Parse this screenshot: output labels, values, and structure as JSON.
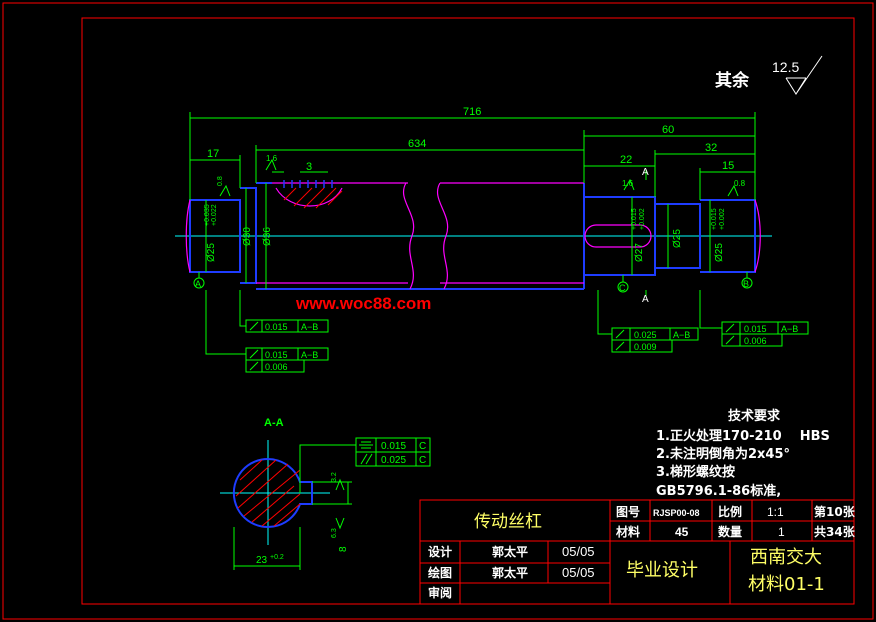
{
  "roughness": {
    "label": "其余",
    "value": "12.5"
  },
  "dims": {
    "overall_length": "716",
    "thread_length": "634",
    "right_length": "60",
    "right_end_length": "32",
    "left_end_length": "17",
    "key_length": "22",
    "right_step_length": "15",
    "thread_pitch": "3",
    "left_dia": "Ø25",
    "left_tol_upper": "+0.035",
    "left_tol_lower": "+0.022",
    "shoulder_dia": "Ø30",
    "root_dia": "Ø36",
    "key_dia": "Ø27",
    "key_tol_upper": "+0.015",
    "key_tol_lower": "+0.002",
    "right_dia": "Ø25",
    "right_end_dia": "Ø25",
    "right_tol_upper": "+0.015",
    "right_tol_lower": "+0.002",
    "rough_left": "0.8",
    "rough_thread": "1.6",
    "rough_key": "1.6",
    "rough_right": "0.8"
  },
  "datums": {
    "a": "A",
    "b": "B",
    "c": "C",
    "section": "A"
  },
  "watermark": "www.woc88.com",
  "tolerances": {
    "left_upper": {
      "tol": "0.015",
      "datum": "A−B"
    },
    "left_lower_1": {
      "tol": "0.015",
      "datum": "A−B"
    },
    "left_lower_2": {
      "tol": "0.006"
    },
    "mid_1": {
      "tol": "0.025",
      "datum": "A−B"
    },
    "mid_2": {
      "tol": "0.009"
    },
    "right_1": {
      "tol": "0.015",
      "datum": "A−B"
    },
    "right_2": {
      "tol": "0.006"
    }
  },
  "section": {
    "title": "A-A",
    "sym_tol": "0.015",
    "sym_datum": "C",
    "par_tol": "0.025",
    "par_datum": "C",
    "width_dim": "23",
    "width_tol": "+0.2",
    "depth_dim": "8",
    "rough_side": "3.2",
    "rough_bottom": "6.3"
  },
  "tech_req": {
    "title": "技术要求",
    "line1": "1.正火处理170-210    HBS",
    "line2": "2.未注明倒角为2x45°",
    "line3": "3.梯形螺纹按",
    "line4": "GB5796.1-86标准,"
  },
  "title_block": {
    "part_name": "传动丝杠",
    "drawing_no_label": "图号",
    "drawing_no": "RJSP00-08",
    "scale_label": "比例",
    "scale": "1:1",
    "sheet": "第10张",
    "material_label": "材料",
    "material": "45",
    "qty_label": "数量",
    "qty": "1",
    "total": "共34张",
    "design_label": "设计",
    "designer": "郭太平",
    "design_date": "05/05",
    "draw_label": "绘图",
    "drawer": "郭太平",
    "draw_date": "05/05",
    "review_label": "审阅",
    "project": "毕业设计",
    "school": "西南交大",
    "class": "材料01-1"
  },
  "colors": {
    "frame": "#ff0000",
    "green": "#00ff00",
    "cyan": "#00ffff",
    "magenta": "#ff00ff",
    "blue": "#1e3cff",
    "white": "#ffffff",
    "red": "#ff0000"
  }
}
